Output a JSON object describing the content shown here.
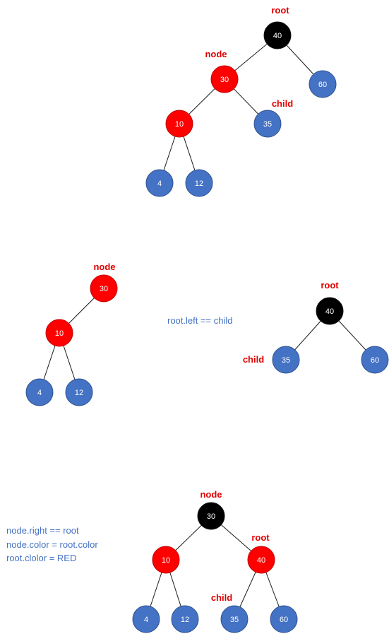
{
  "colors": {
    "black_node": "#000000",
    "red_node": "#ff0000",
    "blue_node": "#4472c4",
    "label_red": "#e00000",
    "note_blue": "#4472c4"
  },
  "panels": [
    {
      "id": "tree-initial",
      "nodes": [
        {
          "value": "40",
          "color": "black"
        },
        {
          "value": "30",
          "color": "red"
        },
        {
          "value": "60",
          "color": "blue"
        },
        {
          "value": "10",
          "color": "red"
        },
        {
          "value": "35",
          "color": "blue"
        },
        {
          "value": "4",
          "color": "blue"
        },
        {
          "value": "12",
          "color": "blue"
        }
      ],
      "tags": [
        "root",
        "node",
        "child"
      ]
    },
    {
      "id": "tree-split-left",
      "nodes": [
        {
          "value": "30",
          "color": "red"
        },
        {
          "value": "10",
          "color": "red"
        },
        {
          "value": "4",
          "color": "blue"
        },
        {
          "value": "12",
          "color": "blue"
        }
      ],
      "tags": [
        "node"
      ]
    },
    {
      "id": "tree-split-right",
      "nodes": [
        {
          "value": "40",
          "color": "black"
        },
        {
          "value": "35",
          "color": "blue"
        },
        {
          "value": "60",
          "color": "blue"
        }
      ],
      "tags": [
        "root",
        "child"
      ]
    },
    {
      "id": "tree-rotated",
      "nodes": [
        {
          "value": "30",
          "color": "black"
        },
        {
          "value": "10",
          "color": "red"
        },
        {
          "value": "40",
          "color": "red"
        },
        {
          "value": "4",
          "color": "blue"
        },
        {
          "value": "12",
          "color": "blue"
        },
        {
          "value": "35",
          "color": "blue"
        },
        {
          "value": "60",
          "color": "blue"
        }
      ],
      "tags": [
        "node",
        "root",
        "child"
      ]
    }
  ],
  "notes": {
    "split_note": "root.left == child",
    "rotate_notes": [
      "node.right == root",
      "node.color = root.color",
      "root.clolor = RED"
    ]
  }
}
